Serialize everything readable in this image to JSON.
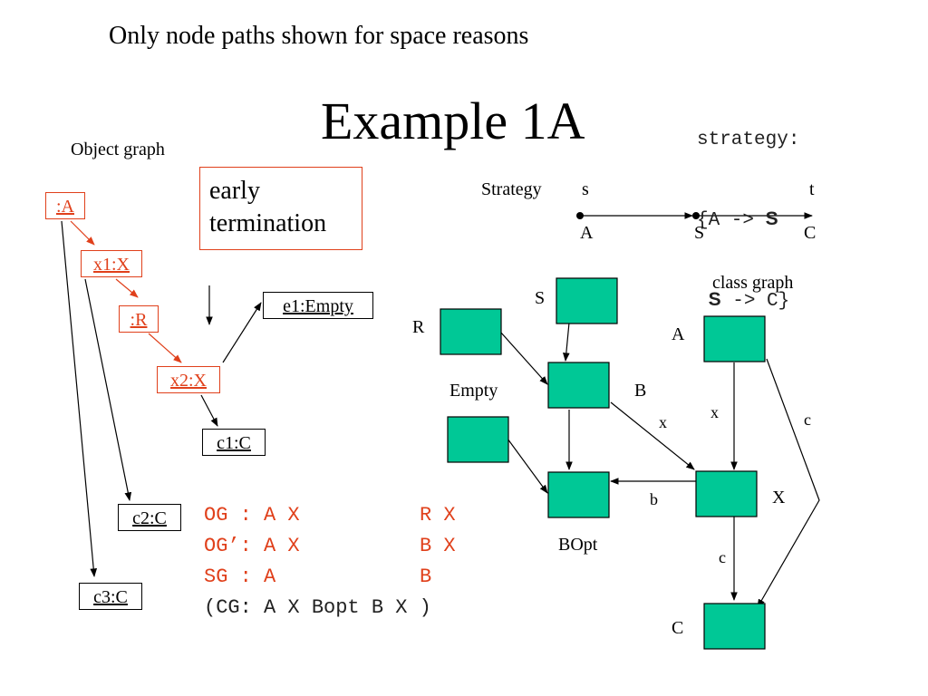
{
  "header": {
    "subtitle": "Only node paths shown for space reasons",
    "title": "Example 1A"
  },
  "strategy_code": {
    "line1": "strategy:",
    "line2_prefix": "{A -> ",
    "line2_bold": "S",
    "line3_bold": "S",
    "line3_suffix": " -> C}"
  },
  "object_graph": {
    "label": "Object graph",
    "nodes": {
      "a": ":A",
      "x1": "x1:X",
      "r": ":R",
      "x2": "x2:X",
      "e1": "e1:Empty",
      "c1": "c1:C",
      "c2": "c2:C",
      "c3": "c3:C"
    },
    "early_termination": "early\ntermination"
  },
  "strategy_line": {
    "label": "Strategy",
    "s": "s",
    "t": "t",
    "nodes": [
      "A",
      "S",
      "C"
    ]
  },
  "class_graph": {
    "label": "class graph",
    "node_labels": {
      "s": "S",
      "r": "R",
      "a": "A",
      "empty": "Empty",
      "b": "B",
      "x": "X",
      "bopt": "BOpt",
      "c": "C"
    },
    "edge_labels": {
      "x1": "x",
      "x2": "x",
      "c1": "c",
      "c2": "c",
      "b": "b"
    },
    "node_color": "#00c896"
  },
  "paths": {
    "og": {
      "label": "OG : ",
      "seq1": "A X",
      "seq2": "R X"
    },
    "ogp": {
      "label": "OG’: ",
      "seq1": "A X",
      "seq2": "B X"
    },
    "sg": {
      "label": "SG : ",
      "seq1": "A",
      "seq2": "B"
    },
    "cg": "(CG: A X Bopt B X )",
    "highlight_color": "#e0401b"
  }
}
